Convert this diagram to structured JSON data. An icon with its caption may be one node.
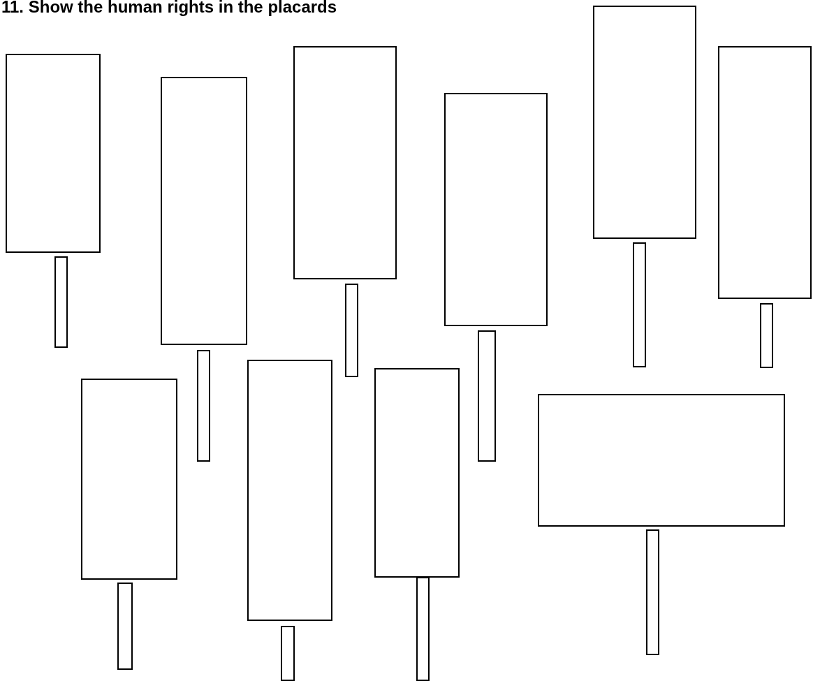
{
  "diagram": {
    "title": "11. Show the human rights in the placards",
    "nodes": [
      {
        "text": [],
        "shape": "box"
      },
      {
        "text": [],
        "shape": "box"
      },
      {
        "text": [],
        "shape": "box"
      },
      {
        "text": [],
        "shape": "box"
      },
      {
        "text": [],
        "shape": "box"
      },
      {
        "text": [],
        "shape": "box"
      },
      {
        "text": [],
        "shape": "box"
      },
      {
        "text": [],
        "shape": "box"
      },
      {
        "text": [],
        "shape": "box"
      },
      {
        "text": [],
        "shape": "box"
      }
    ]
  }
}
